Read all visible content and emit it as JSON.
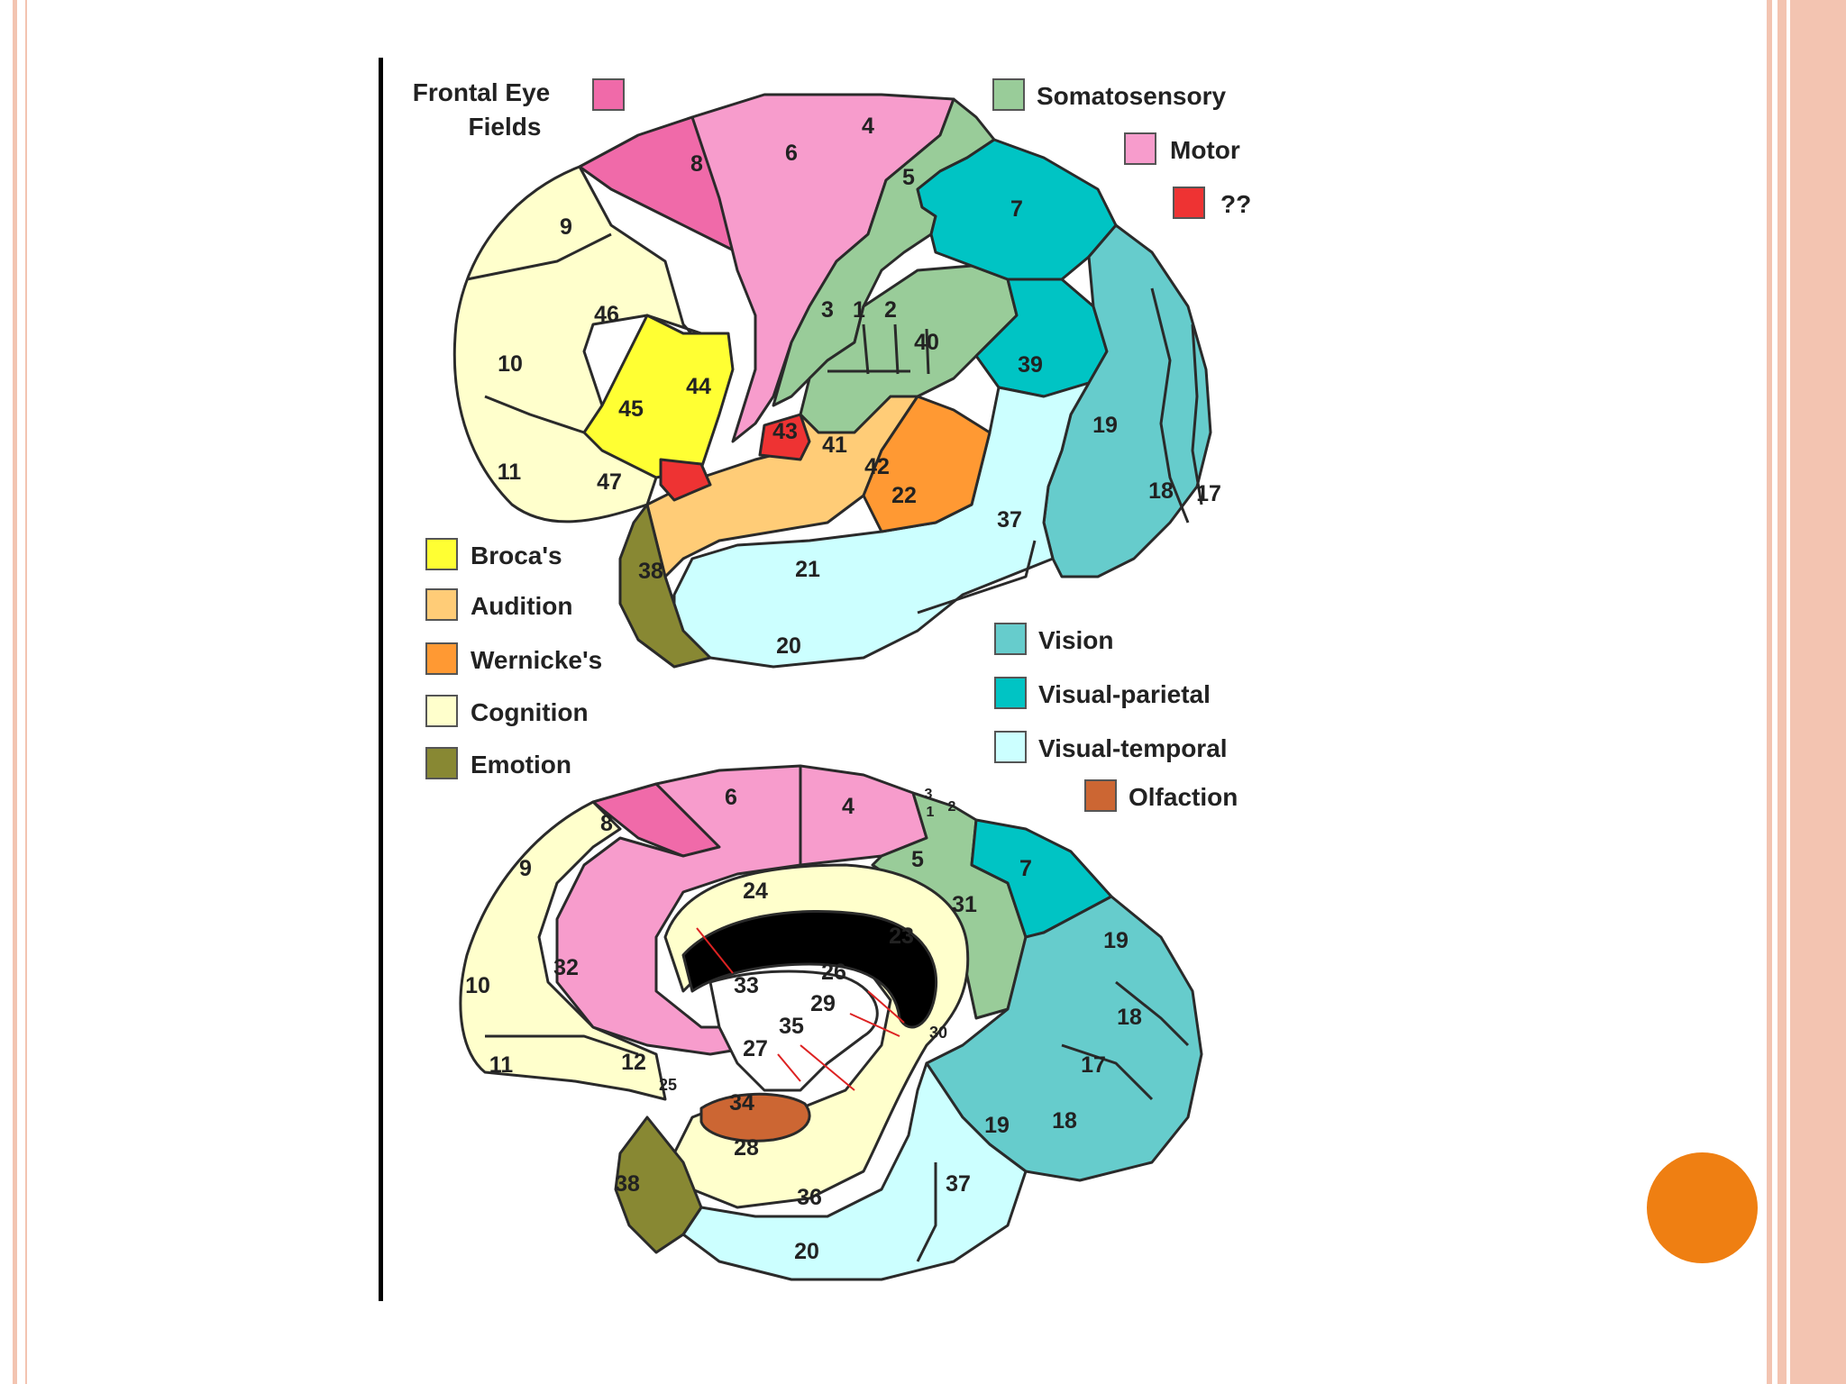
{
  "slide": {
    "frame_color": "#f3c4b1",
    "accent_circle_color": "#ef7f12"
  },
  "colors": {
    "frontal_eye_fields": "#f06aa9",
    "somatosensory": "#99cc99",
    "motor": "#f79ccc",
    "unknown": "#ee3333",
    "brocas": "#ffff33",
    "audition": "#ffcc77",
    "wernickes": "#ff9933",
    "cognition": "#ffffcc",
    "emotion": "#888833",
    "vision": "#66cccc",
    "visual_parietal": "#00c4c4",
    "visual_temporal": "#ccffff",
    "olfaction": "#cc6633"
  },
  "legend": {
    "frontal_eye_fields": "Frontal Eye\nFields",
    "frontal_eye_line1": "Frontal Eye",
    "frontal_eye_line2": "Fields",
    "somatosensory": "Somatosensory",
    "motor": "Motor",
    "unknown": "??",
    "brocas": "Broca's",
    "audition": "Audition",
    "wernickes": "Wernicke's",
    "cognition": "Cognition",
    "emotion": "Emotion",
    "vision": "Vision",
    "visual_parietal": "Visual-parietal",
    "visual_temporal": "Visual-temporal",
    "olfaction": "Olfaction"
  },
  "lateral_areas": {
    "a4": "4",
    "a5": "5",
    "a6": "6",
    "a7": "7",
    "a8": "8",
    "a9": "9",
    "a10": "10",
    "a11": "11",
    "a17": "17",
    "a18": "18",
    "a19": "19",
    "a20": "20",
    "a21": "21",
    "a22": "22",
    "a3": "3",
    "a1": "1",
    "a2": "2",
    "a37": "37",
    "a38": "38",
    "a39": "39",
    "a40": "40",
    "a41": "41",
    "a42": "42",
    "a43": "43",
    "a44": "44",
    "a45": "45",
    "a46": "46",
    "a47": "47"
  },
  "medial_areas": {
    "a1": "1",
    "a2": "2",
    "a3": "3",
    "a4": "4",
    "a5": "5",
    "a6": "6",
    "a7": "7",
    "a8": "8",
    "a9": "9",
    "a10": "10",
    "a11": "11",
    "a12": "12",
    "a17": "17",
    "a18": "18",
    "a18b": "18",
    "a19": "19",
    "a19b": "19",
    "a20": "20",
    "a23": "23",
    "a24": "24",
    "a25": "25",
    "a26": "26",
    "a27": "27",
    "a28": "28",
    "a29": "29",
    "a30": "30",
    "a31": "31",
    "a32": "32",
    "a33": "33",
    "a34": "34",
    "a35": "35",
    "a36": "36",
    "a37": "37",
    "a38": "38"
  }
}
